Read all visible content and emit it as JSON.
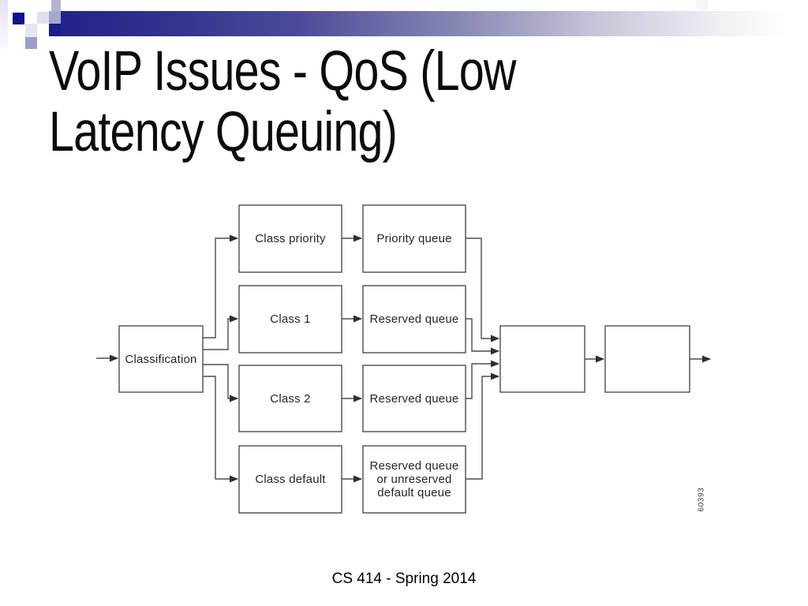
{
  "slide": {
    "title_line1": "VoIP Issues - QoS (Low",
    "title_line2": "Latency Queuing)",
    "footer": "CS 414 - Spring 2014"
  },
  "diagram": {
    "figure_number": "60393",
    "nodes": {
      "classification": "Classification",
      "class_priority": "Class priority",
      "priority_queue": "Priority queue",
      "class_1": "Class 1",
      "reserved_queue_1": "Reserved queue",
      "class_2": "Class 2",
      "reserved_queue_2": "Reserved queue",
      "class_default": "Class default",
      "default_queue_line1": "Reserved queue",
      "default_queue_line2": "or unreserved",
      "default_queue_line3": "default queue"
    }
  },
  "colors": {
    "header_navy": "#22228a",
    "square_navy": "#12128c",
    "square_lavender_medium": "#a0a0c8",
    "square_lavender_light": "#dfdfef",
    "diagram_stroke": "#4d4d4d",
    "arrow_fill": "#2e2e2e"
  }
}
